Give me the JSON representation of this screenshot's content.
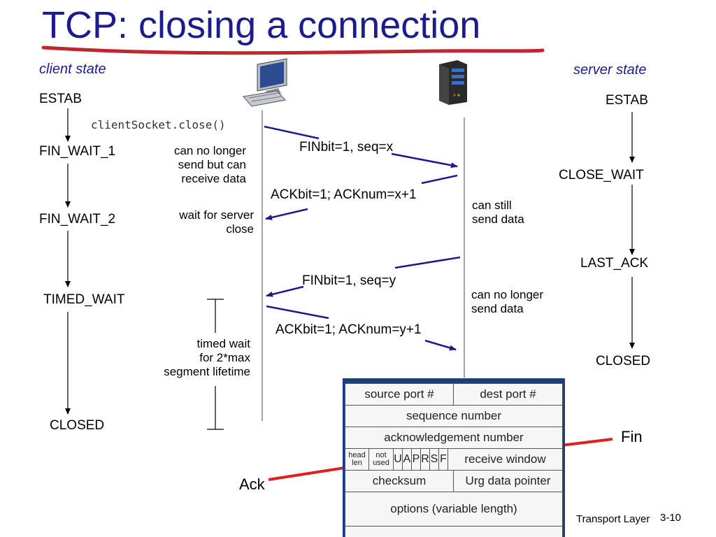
{
  "title": "TCP: closing a connection",
  "client_label": "client state",
  "server_label": "server state",
  "client_states": {
    "s1": "ESTAB",
    "s2": "FIN_WAIT_1",
    "s3": "FIN_WAIT_2",
    "s4": "TIMED_WAIT",
    "s5": "CLOSED"
  },
  "server_states": {
    "s1": "ESTAB",
    "s2": "CLOSE_WAIT",
    "s3": "LAST_ACK",
    "s4": "CLOSED"
  },
  "call": "clientSocket.close()",
  "messages": {
    "m1": "FINbit=1, seq=x",
    "m2": "ACKbit=1; ACKnum=x+1",
    "m3": "FINbit=1, seq=y",
    "m4": "ACKbit=1; ACKnum=y+1"
  },
  "notes": {
    "client1": [
      "can no longer",
      "send but can",
      "receive data"
    ],
    "client2": [
      "wait for server",
      "close"
    ],
    "server1": [
      "can still",
      "send data"
    ],
    "server2": [
      "can no longer",
      "send data"
    ],
    "timed": [
      "timed wait",
      "for 2*max",
      "segment lifetime"
    ]
  },
  "segment": {
    "source_port": "source port #",
    "dest_port": "dest port #",
    "sequence": "sequence number",
    "ack_number": "acknowledgement number",
    "head_len": "head len",
    "not_used": "not used",
    "flags": [
      "U",
      "A",
      "P",
      "R",
      "S",
      "F"
    ],
    "receive_window": "receive window",
    "checksum": "checksum",
    "urg_pointer": "Urg data pointer",
    "options": "options (variable length)"
  },
  "callouts": {
    "fin": "Fin",
    "ack": "Ack"
  },
  "footer": {
    "label": "Transport Layer",
    "page": "3-10"
  },
  "icons": {
    "client": "desktop-computer-icon",
    "server": "server-tower-icon"
  },
  "colors": {
    "title": "#1c1c8c",
    "arrows": "#1a1a8c",
    "callouts": "#e02020",
    "underline": "#c0262d"
  }
}
